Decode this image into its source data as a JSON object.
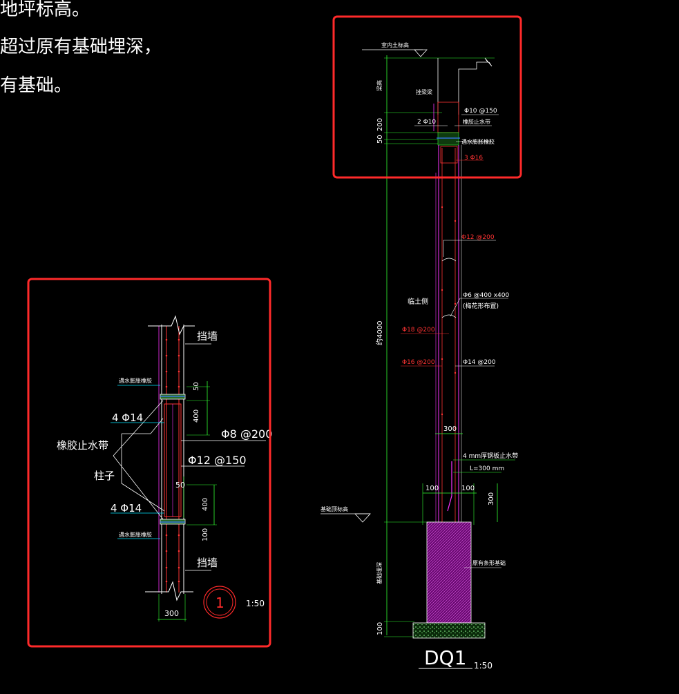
{
  "notes": [
    "地坪标高。",
    "超过原有基础埋深，",
    "有基础。"
  ],
  "colors": {
    "background": "#000000",
    "highlight": "#ff2a2a",
    "dimension": "#33ff33",
    "rebar": "#ff3333",
    "concrete": "#cc44cc",
    "text": "#ffffff",
    "cyan": "#00e5ff",
    "magenta": "#ff33ff"
  },
  "detail1": {
    "wall_top_label": "挡墙",
    "wall_bottom_label": "挡墙",
    "label_top_small": "遇水膨胀橡胶",
    "label_bottom_small": "遇水膨胀橡胶",
    "rebar_top": "4 Φ14",
    "rebar_bottom": "4 Φ14",
    "waterstop_label": "橡胶止水带",
    "column_label": "柱子",
    "stirrup_outer": "Φ8 @200",
    "stirrup_inner": "Φ12 @150",
    "dim_50_top": "50",
    "dim_400_top": "400",
    "dim_50_mid": "50",
    "dim_400_bottom": "400",
    "dim_100": "100",
    "dim_width": "300",
    "section_number": "1",
    "scale": "1:50"
  },
  "dq1": {
    "floor_label": "室内土标高",
    "beam_label": "梁高",
    "ring_beam_label": "挂梁梁",
    "stirrup_top": "Φ10 @150",
    "bar_2": "2 Φ10",
    "waterstop_top": "橡胶止水带",
    "swell_label": "遇水膨胀橡胶",
    "bar_3": "3 Φ16",
    "dim_200": "200",
    "dim_50": "50",
    "bar_12": "Φ12 @200",
    "soil_side": "临土侧",
    "tie_bar": "Φ6 @400 x400",
    "tie_note": "(梅花形布置)",
    "bar_18": "Φ18 @200",
    "bar_16": "Φ16 @200",
    "bar_14": "Φ14 @200",
    "dim_height": "约4000",
    "dim_300": "300",
    "plate_label": "4 mm厚钢板止水带",
    "plate_length": "L=300 mm",
    "dim_100_left": "100",
    "dim_100_right": "100",
    "dim_300_v": "300",
    "foundation_level": "基础顶标高",
    "foundation_label": "原有条形基础",
    "foundation_depth": "基础埋深",
    "dim_100_bottom": "100",
    "title": "DQ1",
    "scale": "1:50"
  }
}
